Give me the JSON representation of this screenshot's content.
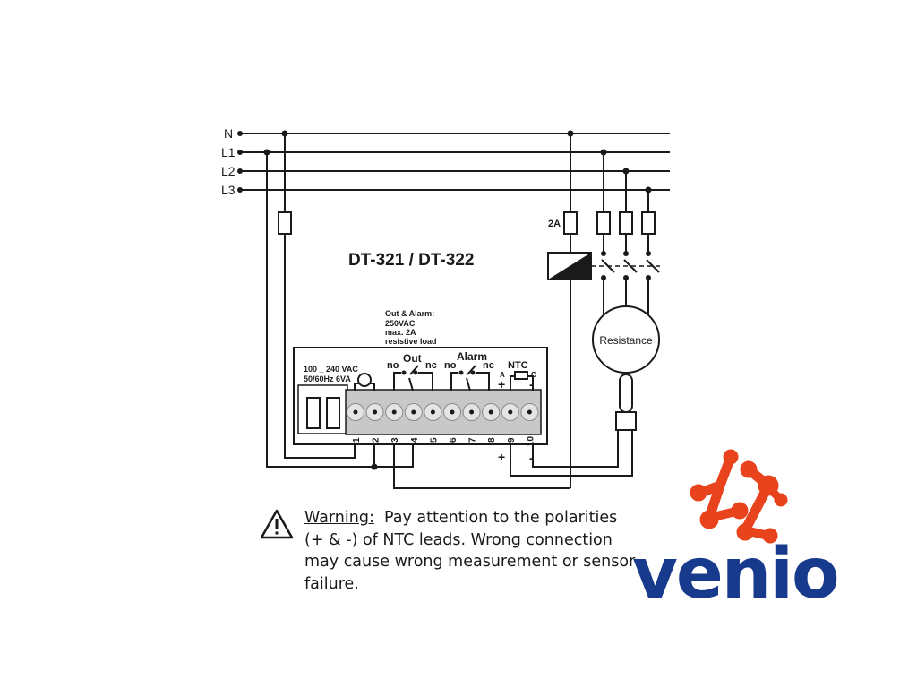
{
  "lines": {
    "n": "N",
    "l1": "L1",
    "l2": "L2",
    "l3": "L3"
  },
  "title": "DT-321 / DT-322",
  "fuse_rating": "2A",
  "relay_note": {
    "l1": "Out & Alarm:",
    "l2": "250VAC",
    "l3": "max. 2A",
    "l4": "resistive load"
  },
  "supply": {
    "l1": "100 _ 240 VAC",
    "l2": "50/60Hz 6VA"
  },
  "contacts": {
    "no": "no",
    "nc": "nc",
    "out": "Out",
    "alarm": "Alarm",
    "ntc": "NTC",
    "a": "A",
    "c": "C",
    "plus": "+",
    "minus": "-"
  },
  "terminals": [
    "1",
    "2",
    "3",
    "4",
    "5",
    "6",
    "7",
    "8",
    "9",
    "10"
  ],
  "load": "Resistance",
  "warning": {
    "head": "Warning:",
    "line1": "Pay attention to the polarities",
    "line2": "(+ & -) of NTC leads. Wrong connection",
    "line3": "may cause wrong measurement or sensor",
    "line4": "failure."
  },
  "logo": {
    "text": "venio",
    "color_text": "#183a8c",
    "color_mark": "#e8431c"
  }
}
